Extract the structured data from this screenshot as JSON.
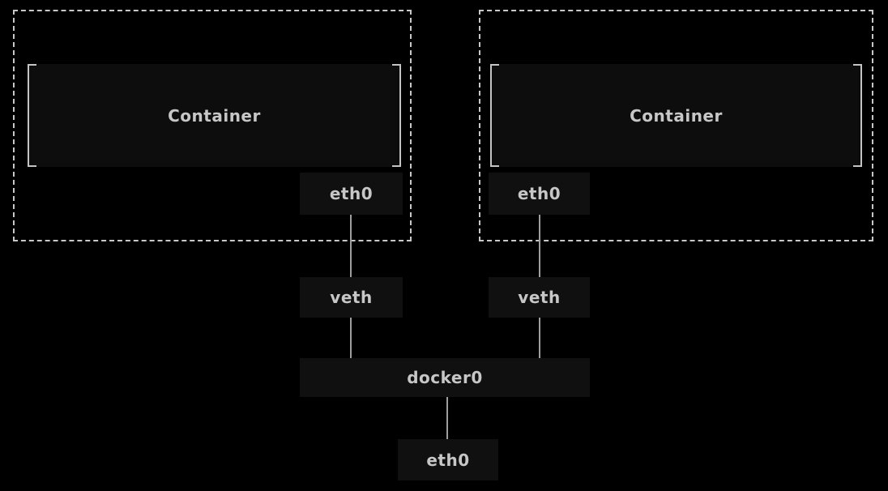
{
  "diagram": {
    "type": "docker-network-topology",
    "colors": {
      "background": "#000000",
      "node_fill": "#101010",
      "container_fill": "#0d0d0d",
      "text": "#c7c7c7",
      "connector_line": "#9e9e9e",
      "dashed_border": "#c8c8c8",
      "bracket": "#c4c4c4"
    },
    "nodes": {
      "container_left": "Container",
      "container_right": "Container",
      "eth0_container_left": "eth0",
      "eth0_container_right": "eth0",
      "veth_left": "veth",
      "veth_right": "veth",
      "docker0": "docker0",
      "eth0_host": "eth0"
    },
    "edges": [
      {
        "from": "eth0_container_left",
        "to": "veth_left"
      },
      {
        "from": "veth_left",
        "to": "docker0"
      },
      {
        "from": "eth0_container_right",
        "to": "veth_right"
      },
      {
        "from": "veth_right",
        "to": "docker0"
      },
      {
        "from": "docker0",
        "to": "eth0_host"
      }
    ]
  }
}
